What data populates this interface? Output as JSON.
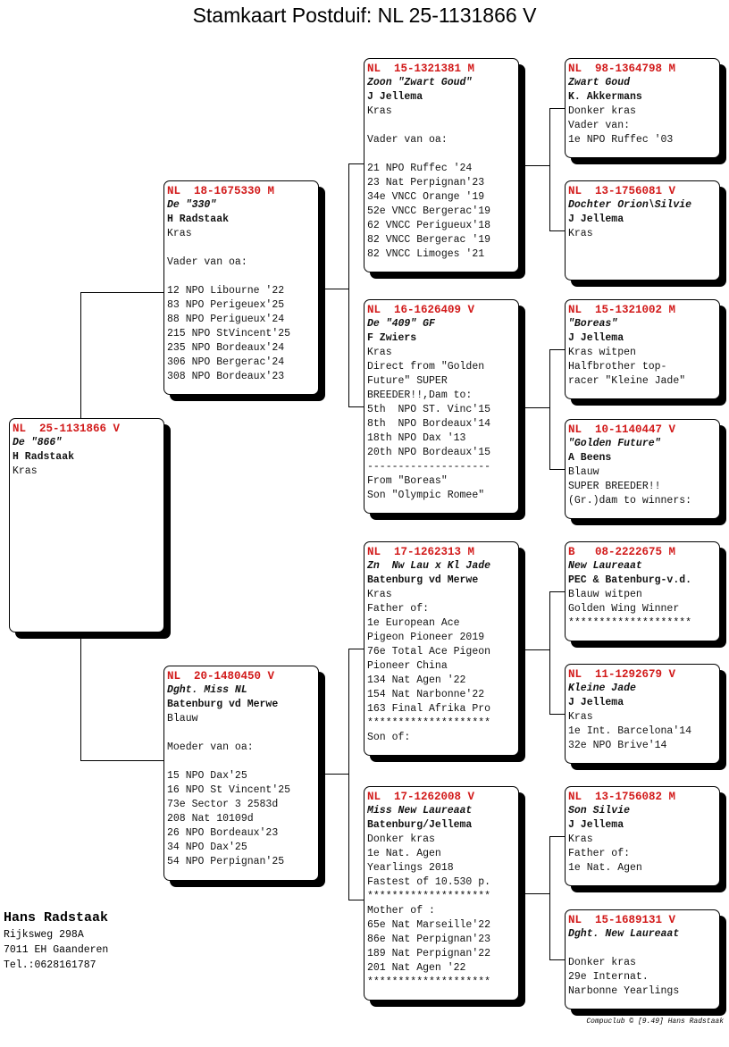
{
  "title": "Stamkaart Postduif: NL  25-1131866 V",
  "owner": {
    "name": "Hans Radstaak",
    "address": "Rijksweg 298A",
    "city": "7011 EH  Gaanderen",
    "phone": "Tel.:0628161787"
  },
  "footer": "Compuclub © [9.49]  Hans Radstaak",
  "cards": {
    "subject": {
      "ring": "NL  25-1131866 V",
      "name": "De \"866\"",
      "breeder": "H Radstaak",
      "lines": [
        "Kras"
      ]
    },
    "sire": {
      "ring": "NL  18-1675330 M",
      "name": "De \"330\"",
      "breeder": "H Radstaak",
      "lines": [
        "Kras",
        "",
        "Vader van oa:",
        "",
        "12 NPO Libourne '22",
        "83 NPO Perigeuex'25",
        "88 NPO Perigueux'24",
        "215 NPO StVincent'25",
        "235 NPO Bordeaux'24",
        "306 NPO Bergerac'24",
        "308 NPO Bordeaux'23"
      ]
    },
    "dam": {
      "ring": "NL  20-1480450 V",
      "name": "Dght. Miss NL",
      "breeder": "Batenburg vd Merwe",
      "lines": [
        "Blauw",
        "",
        "Moeder van oa:",
        "",
        "15 NPO Dax'25",
        "16 NPO St Vincent'25",
        "73e Sector 3 2583d",
        "208 Nat 10109d",
        "26 NPO Bordeaux'23",
        "34 NPO Dax'25",
        "54 NPO Perpignan'25"
      ]
    },
    "ss": {
      "ring": "NL  15-1321381 M",
      "name": "Zoon \"Zwart Goud\"",
      "breeder": "J Jellema",
      "lines": [
        "Kras",
        "",
        "Vader van oa:",
        "",
        "21 NPO Ruffec '24",
        "23 Nat Perpignan'23",
        "34e VNCC Orange '19",
        "52e VNCC Bergerac'19",
        "62 VNCC Perigueux'18",
        "82 VNCC Bergerac '19",
        "82 VNCC Limoges '21"
      ]
    },
    "sd": {
      "ring": "NL  16-1626409 V",
      "name": "De \"409\" GF",
      "breeder": "F Zwiers",
      "lines": [
        "Kras",
        "Direct from \"Golden",
        "Future\" SUPER",
        "BREEDER!!,Dam to:",
        "5th  NPO ST. Vinc'15",
        "8th  NPO Bordeaux'14",
        "18th NPO Dax '13",
        "20th NPO Bordeaux'15",
        "--------------------",
        "From \"Boreas\"",
        "Son \"Olympic Romee\""
      ]
    },
    "ds": {
      "ring": "NL  17-1262313 M",
      "name": "Zn  Nw Lau x Kl Jade",
      "breeder": "Batenburg vd Merwe",
      "lines": [
        "Kras",
        "Father of:",
        "1e European Ace",
        "Pigeon Pioneer 2019",
        "76e Total Ace Pigeon",
        "Pioneer China",
        "134 Nat Agen '22",
        "154 Nat Narbonne'22",
        "163 Final Afrika Pro",
        "********************",
        "Son of:"
      ]
    },
    "dd": {
      "ring": "NL  17-1262008 V",
      "name": "Miss New Laureaat",
      "breeder": "Batenburg/Jellema",
      "lines": [
        "Donker kras",
        "1e Nat. Agen",
        "Yearlings 2018",
        "Fastest of 10.530 p.",
        "********************",
        "Mother of :",
        "65e Nat Marseille'22",
        "86e Nat Perpignan'23",
        "189 Nat Perpignan'22",
        "201 Nat Agen '22",
        "********************"
      ]
    },
    "sss": {
      "ring": "NL  98-1364798 M",
      "name": "Zwart Goud",
      "breeder": "K. Akkermans",
      "lines": [
        "Donker kras",
        "Vader van:",
        "1e NPO Ruffec '03"
      ]
    },
    "ssd": {
      "ring": "NL  13-1756081 V",
      "name": "Dochter Orion\\Silvie",
      "breeder": "J Jellema",
      "lines": [
        "Kras"
      ]
    },
    "sds": {
      "ring": "NL  15-1321002 M",
      "name": "\"Boreas\"",
      "breeder": "J Jellema",
      "lines": [
        "Kras witpen",
        "Halfbrother top-",
        "racer \"Kleine Jade\""
      ]
    },
    "sdd": {
      "ring": "NL  10-1140447 V",
      "name": "\"Golden Future\"",
      "breeder": "A Beens",
      "lines": [
        "Blauw",
        "SUPER BREEDER!!",
        "(Gr.)dam to winners:"
      ]
    },
    "dss": {
      "ring": "B   08-2222675 M",
      "name": "New Laureaat",
      "breeder": "PEC & Batenburg-v.d.",
      "lines": [
        "Blauw witpen",
        "Golden Wing Winner",
        "********************"
      ]
    },
    "dsd": {
      "ring": "NL  11-1292679 V",
      "name": "Kleine Jade",
      "breeder": "J Jellema",
      "lines": [
        "Kras",
        "1e Int. Barcelona'14",
        "32e NPO Brive'14"
      ]
    },
    "dds": {
      "ring": "NL  13-1756082 M",
      "name": "Son Silvie",
      "breeder": "J Jellema",
      "lines": [
        "Kras",
        "Father of:",
        "1e Nat. Agen"
      ]
    },
    "ddd": {
      "ring": "NL  15-1689131 V",
      "name": "Dght. New Laureaat",
      "breeder": "",
      "lines": [
        "Donker kras",
        "29e Internat.",
        "Narbonne Yearlings"
      ]
    }
  }
}
